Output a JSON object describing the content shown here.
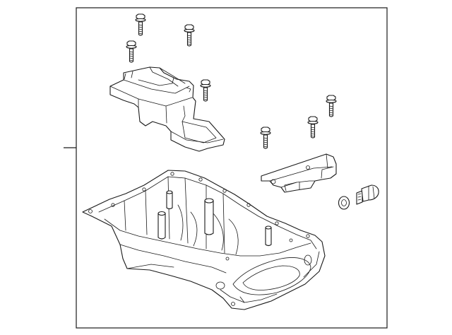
{
  "diagram": {
    "parts": [
      {
        "id": "bolt",
        "icon": "bolt-icon"
      },
      {
        "id": "baffle",
        "icon": "baffle-icon"
      },
      {
        "id": "bracket",
        "icon": "bracket-icon"
      },
      {
        "id": "washer",
        "icon": "washer-icon"
      },
      {
        "id": "drain-plug",
        "icon": "drain-plug-icon"
      },
      {
        "id": "oil-pan",
        "icon": "oil-pan-icon"
      }
    ],
    "colors": {
      "line": "#1a1a1a",
      "background": "#ffffff"
    }
  }
}
